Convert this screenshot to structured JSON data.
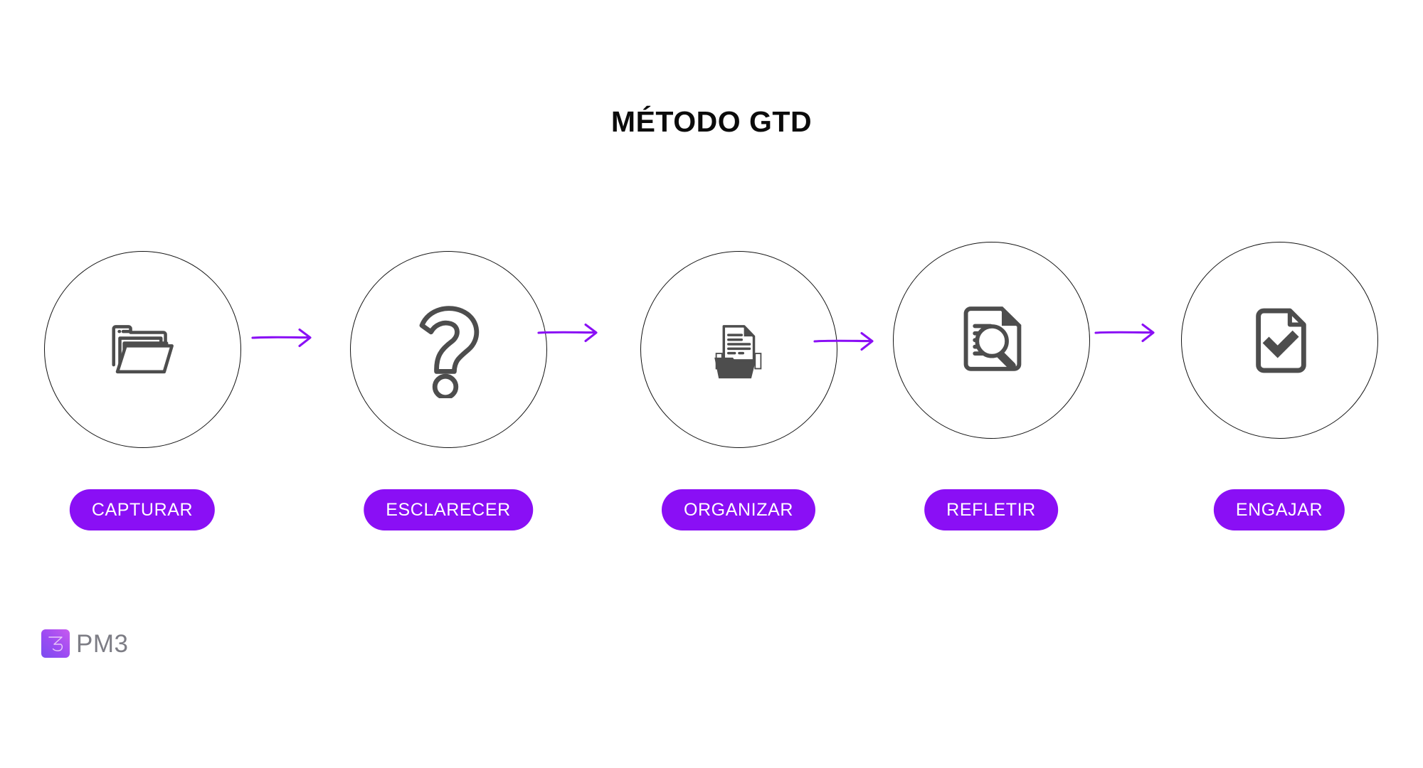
{
  "slide": {
    "title": "MÉTODO GTD",
    "background_color": "#ffffff",
    "accent_color": "#8A0FF5",
    "icon_color": "#4d4d4d",
    "circle_stroke_color": "#121212",
    "title_color": "#0b0b0b"
  },
  "steps": [
    {
      "id": "capturar",
      "label": "CAPTURAR",
      "icon": "open-folder-with-files-icon"
    },
    {
      "id": "esclarecer",
      "label": "ESCLARECER",
      "icon": "question-mark-icon"
    },
    {
      "id": "organizar",
      "label": "ORGANIZAR",
      "icon": "inbox-tray-with-document-icon"
    },
    {
      "id": "refletir",
      "label": "REFLETIR",
      "icon": "document-with-magnifier-icon"
    },
    {
      "id": "engajar",
      "label": "ENGAJAR",
      "icon": "document-with-checkmark-icon"
    }
  ],
  "arrows": [
    {
      "id": "arrow-1",
      "icon": "arrow-right-icon",
      "color": "#8A0FF5"
    },
    {
      "id": "arrow-2",
      "icon": "arrow-right-icon",
      "color": "#8A0FF5"
    },
    {
      "id": "arrow-3",
      "icon": "arrow-right-icon",
      "color": "#8A0FF5"
    },
    {
      "id": "arrow-4",
      "icon": "arrow-right-icon",
      "color": "#8A0FF5"
    }
  ],
  "logo": {
    "text": "PM3",
    "mark_icon": "pm3-logo-mark-icon",
    "text_color": "#7d7d85"
  }
}
